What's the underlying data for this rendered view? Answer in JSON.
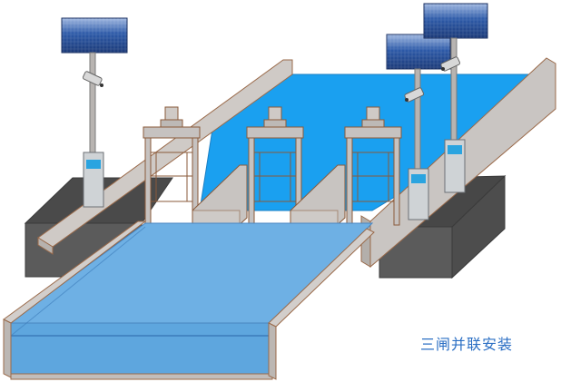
{
  "caption": "三闸并联安装",
  "colors": {
    "water_upstream": "#1aa0f0",
    "water_downstream": "#6fb2e6",
    "channel_wall": "#c8c4c2",
    "wall_edge": "#9a6a4a",
    "platform": "#5a5a5a",
    "caption": "#2b6fc4",
    "panel": "#2a4f9a"
  },
  "icons": [
    "solar-panel-icon",
    "cctv-camera-icon",
    "control-cabinet-icon",
    "sluice-gate-icon"
  ],
  "gates": {
    "count": 3
  },
  "monitoring_poles": {
    "count": 3
  }
}
